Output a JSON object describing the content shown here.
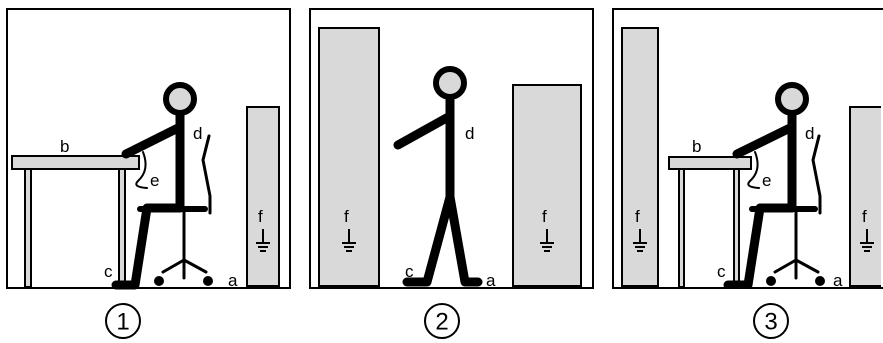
{
  "panels": [
    {
      "number": "1",
      "labels": {
        "a": "a",
        "b": "b",
        "c": "c",
        "d": "d",
        "e": "e",
        "f": "f"
      }
    },
    {
      "number": "2",
      "labels": {
        "a": "a",
        "c": "c",
        "d": "d",
        "f_left": "f",
        "f_right": "f"
      }
    },
    {
      "number": "3",
      "labels": {
        "a": "a",
        "b": "b",
        "c": "c",
        "d": "d",
        "e": "e",
        "f_left": "f",
        "f_right": "f"
      }
    }
  ],
  "colors": {
    "cabinet_fill": "#d9d9d9",
    "stroke": "#000000",
    "background": "#ffffff"
  }
}
